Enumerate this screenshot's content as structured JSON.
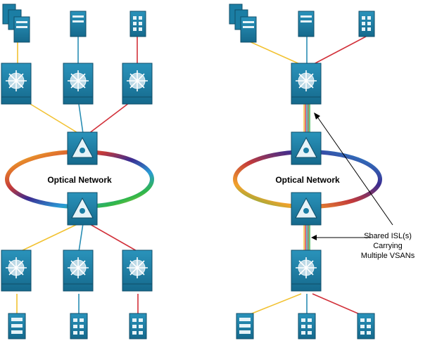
{
  "labels": {
    "optical_network_left": "Optical Network",
    "optical_network_right": "Optical Network"
  },
  "annotation": {
    "line1": "Shared ISL(s)",
    "line2": "Carrying",
    "line3": "Multiple VSANs"
  },
  "colors": {
    "device_blue": "#1b7ea4",
    "link_yellow": "#f2c232",
    "link_teal": "#2a8eb4",
    "link_red": "#d2313a",
    "ring_gradient": [
      "#f2d12a",
      "#c33a3a",
      "#3b2c91",
      "#2a9ad6",
      "#2fb64a",
      "#f2d12a"
    ]
  },
  "icons": {
    "host_server": "server-icon",
    "storage_array": "storage-array-icon",
    "director_switch": "mds-director-switch-icon",
    "optical_multiplexer": "optical-multiplexer-icon"
  }
}
